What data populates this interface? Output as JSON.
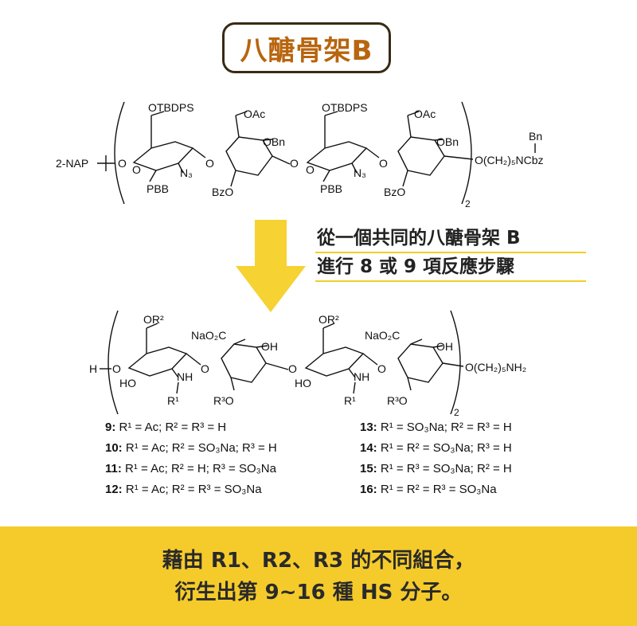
{
  "title": "八醣骨架B",
  "note": {
    "line1": "從一個共同的八醣骨架 B",
    "line2": "進行 8 或 9 項反應步驟"
  },
  "top_molecule": {
    "left_group": "2-NAP",
    "otbdps1": "OTBDPS",
    "oac1": "OAc",
    "obn1": "OBn",
    "n3_1": "N₃",
    "pbb1": "PBB",
    "bzo1": "BzO",
    "otbdps2": "OTBDPS",
    "oac2": "OAc",
    "obn2": "OBn",
    "n3_2": "N₃",
    "pbb2": "PBB",
    "bzo2": "BzO",
    "bn": "Bn",
    "linker": "O(CH₂)₅NCbz",
    "repeat": "2"
  },
  "bottom_molecule": {
    "left_group": "H",
    "or2_1": "OR²",
    "nao2c_1": "NaO₂C",
    "oh_1": "OH",
    "ho_1": "HO",
    "nh_1": "NH",
    "r1_1": "R¹",
    "r3o_1": "R³O",
    "or2_2": "OR²",
    "nao2c_2": "NaO₂C",
    "oh_2": "OH",
    "ho_2": "HO",
    "nh_2": "NH",
    "r1_2": "R¹",
    "r3o_2": "R³O",
    "linker": "O(CH₂)₅NH₂",
    "repeat": "2"
  },
  "compounds_left": [
    {
      "num": "9:",
      "desc": "R¹ = Ac; R² = R³ = H"
    },
    {
      "num": "10:",
      "desc": "R¹ = Ac; R² = SO₃Na; R³ = H"
    },
    {
      "num": "11:",
      "desc": "R¹ = Ac; R² = H; R³ = SO₃Na"
    },
    {
      "num": "12:",
      "desc": "R¹ = Ac; R² = R³ = SO₃Na"
    }
  ],
  "compounds_right": [
    {
      "num": "13:",
      "desc": "R¹ = SO₃Na; R² = R³ = H"
    },
    {
      "num": "14:",
      "desc": "R¹ = R² = SO₃Na; R³ = H"
    },
    {
      "num": "15:",
      "desc": "R¹ = R³ = SO₃Na; R² = H"
    },
    {
      "num": "16:",
      "desc": "R¹ = R² = R³ = SO₃Na"
    }
  ],
  "footer": {
    "line1": "藉由 R1、R2、R3 的不同組合，",
    "line2": "衍生出第 9~16 種 HS 分子。"
  },
  "colors": {
    "title_text": "#b8650e",
    "arrow": "#f6d232",
    "footer_bg": "#f5cb2b",
    "underline": "#f3cd2a"
  }
}
